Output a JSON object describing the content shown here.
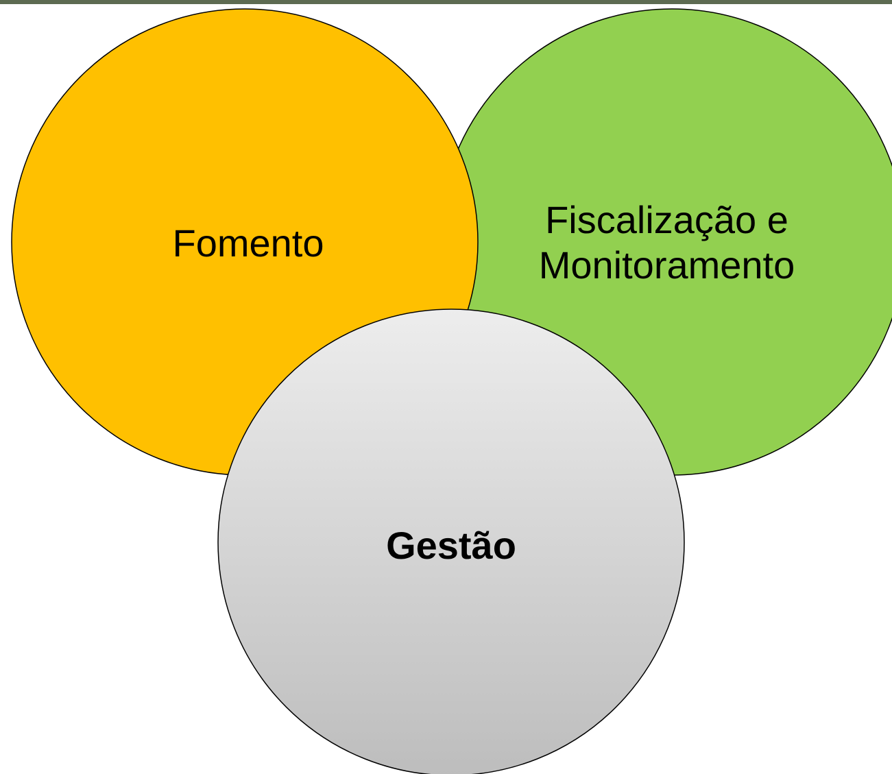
{
  "diagram": {
    "circles": [
      {
        "id": "fomento",
        "label": "Fomento",
        "fill": "#FFC000"
      },
      {
        "id": "fiscalizacao",
        "label_lines": [
          "Fiscalização e",
          "Monitoramento"
        ],
        "fill": "#92D050"
      },
      {
        "id": "gestao",
        "label": "Gestão",
        "fill_top": "#EDEDED",
        "fill_bottom": "#BDBDBD"
      }
    ],
    "outline_color": "#000000"
  }
}
